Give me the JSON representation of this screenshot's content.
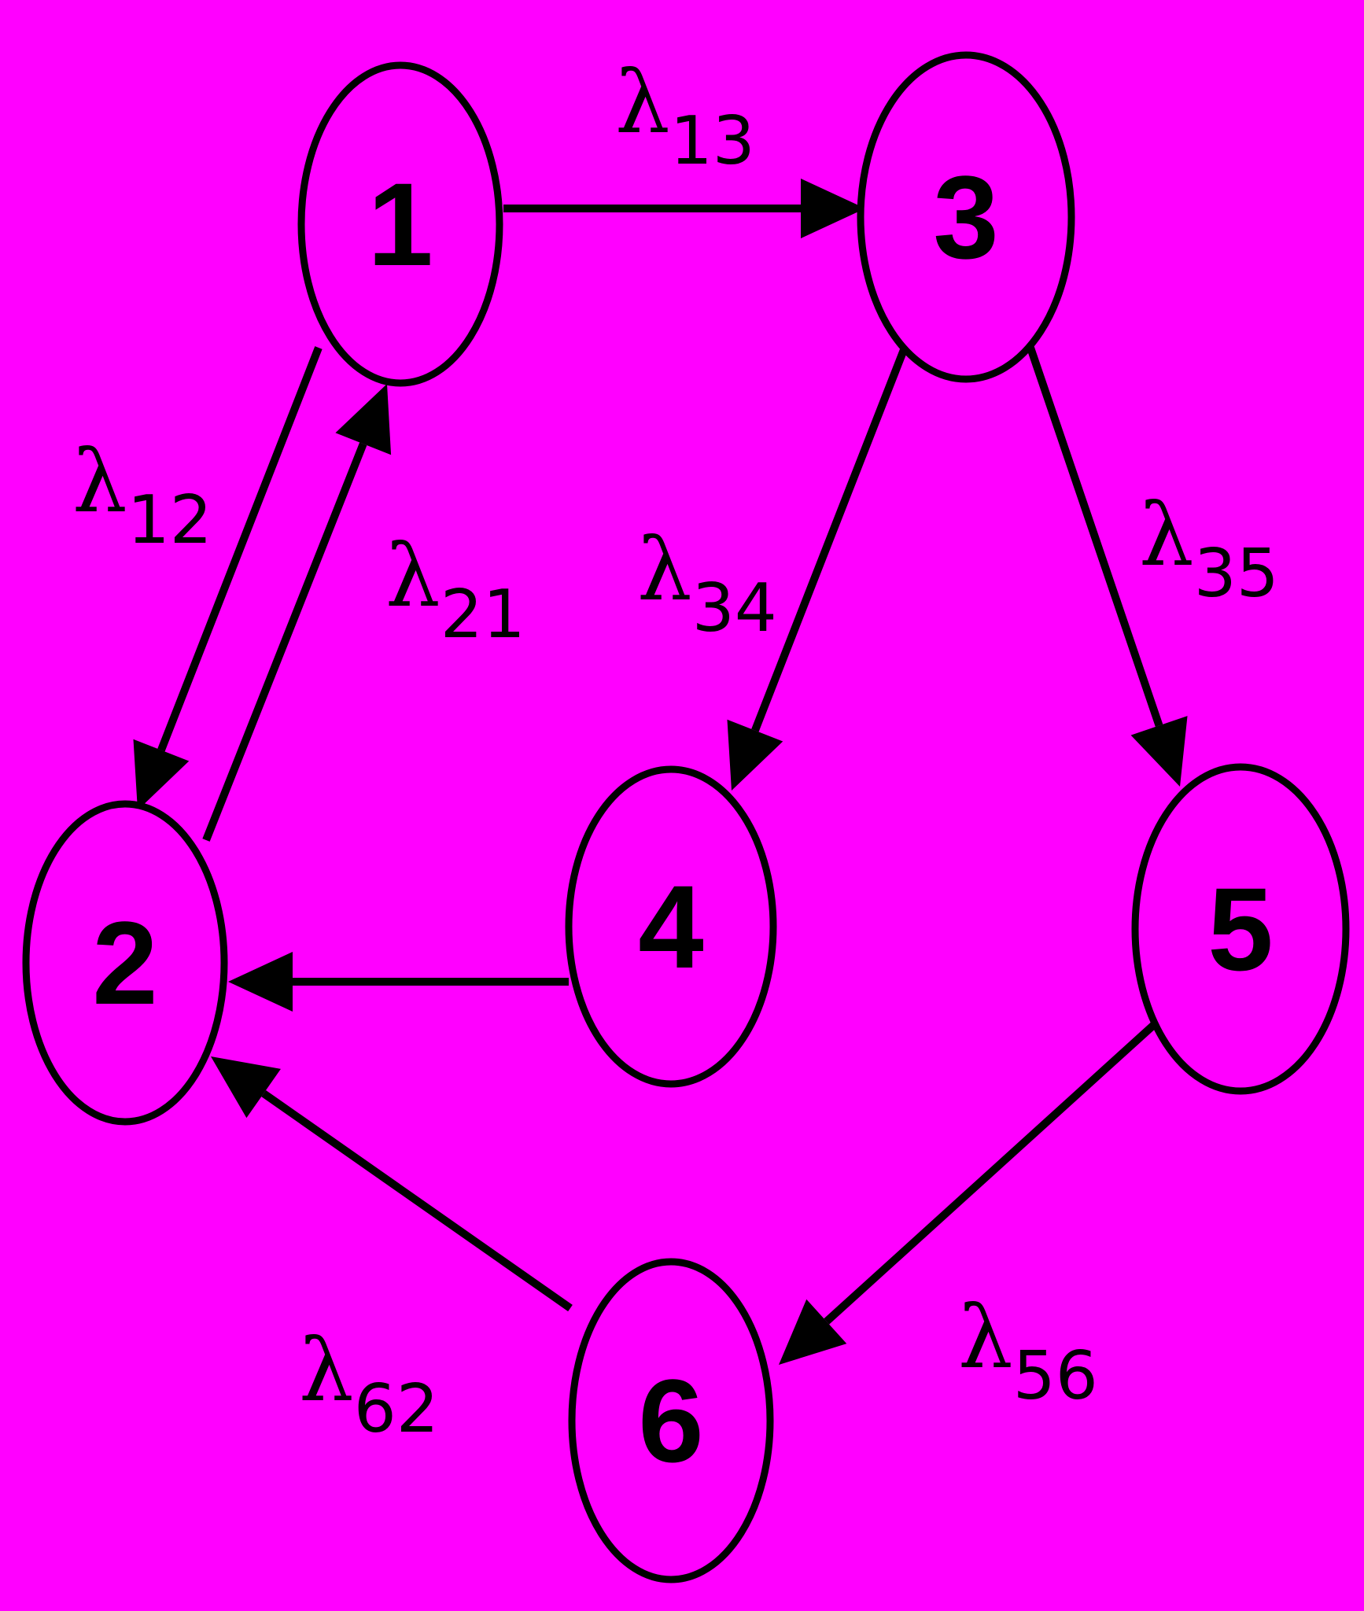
{
  "diagram": {
    "background": "#ff00ff",
    "stroke_color": "#000000",
    "nodes": [
      {
        "id": "1",
        "label": "1"
      },
      {
        "id": "2",
        "label": "2"
      },
      {
        "id": "3",
        "label": "3"
      },
      {
        "id": "4",
        "label": "4"
      },
      {
        "id": "5",
        "label": "5"
      },
      {
        "id": "6",
        "label": "6"
      }
    ],
    "edges": [
      {
        "from": "1",
        "to": "3",
        "symbol": "λ",
        "sub": "13"
      },
      {
        "from": "1",
        "to": "2",
        "symbol": "λ",
        "sub": "12"
      },
      {
        "from": "2",
        "to": "1",
        "symbol": "λ",
        "sub": "21"
      },
      {
        "from": "3",
        "to": "4",
        "symbol": "λ",
        "sub": "34"
      },
      {
        "from": "3",
        "to": "5",
        "symbol": "λ",
        "sub": "35"
      },
      {
        "from": "4",
        "to": "2",
        "symbol": "",
        "sub": ""
      },
      {
        "from": "5",
        "to": "6",
        "symbol": "λ",
        "sub": "56"
      },
      {
        "from": "6",
        "to": "2",
        "symbol": "λ",
        "sub": "62"
      }
    ]
  }
}
